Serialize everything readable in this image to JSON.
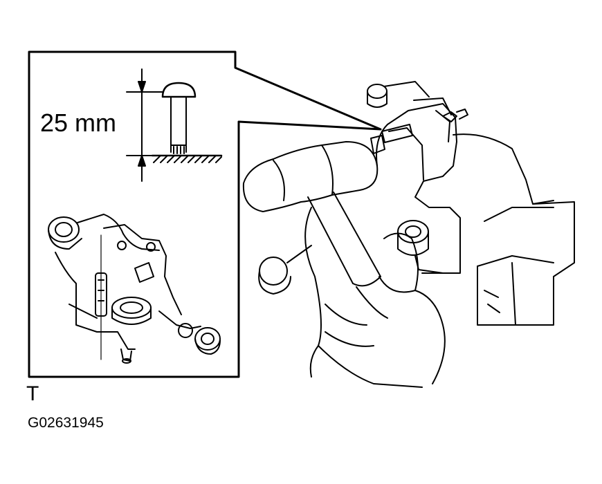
{
  "callout": {
    "dimension": "25 mm"
  },
  "view_letter": "T",
  "figure_id": "G02631945",
  "colors": {
    "ink": "#000000",
    "paper": "#ffffff"
  }
}
